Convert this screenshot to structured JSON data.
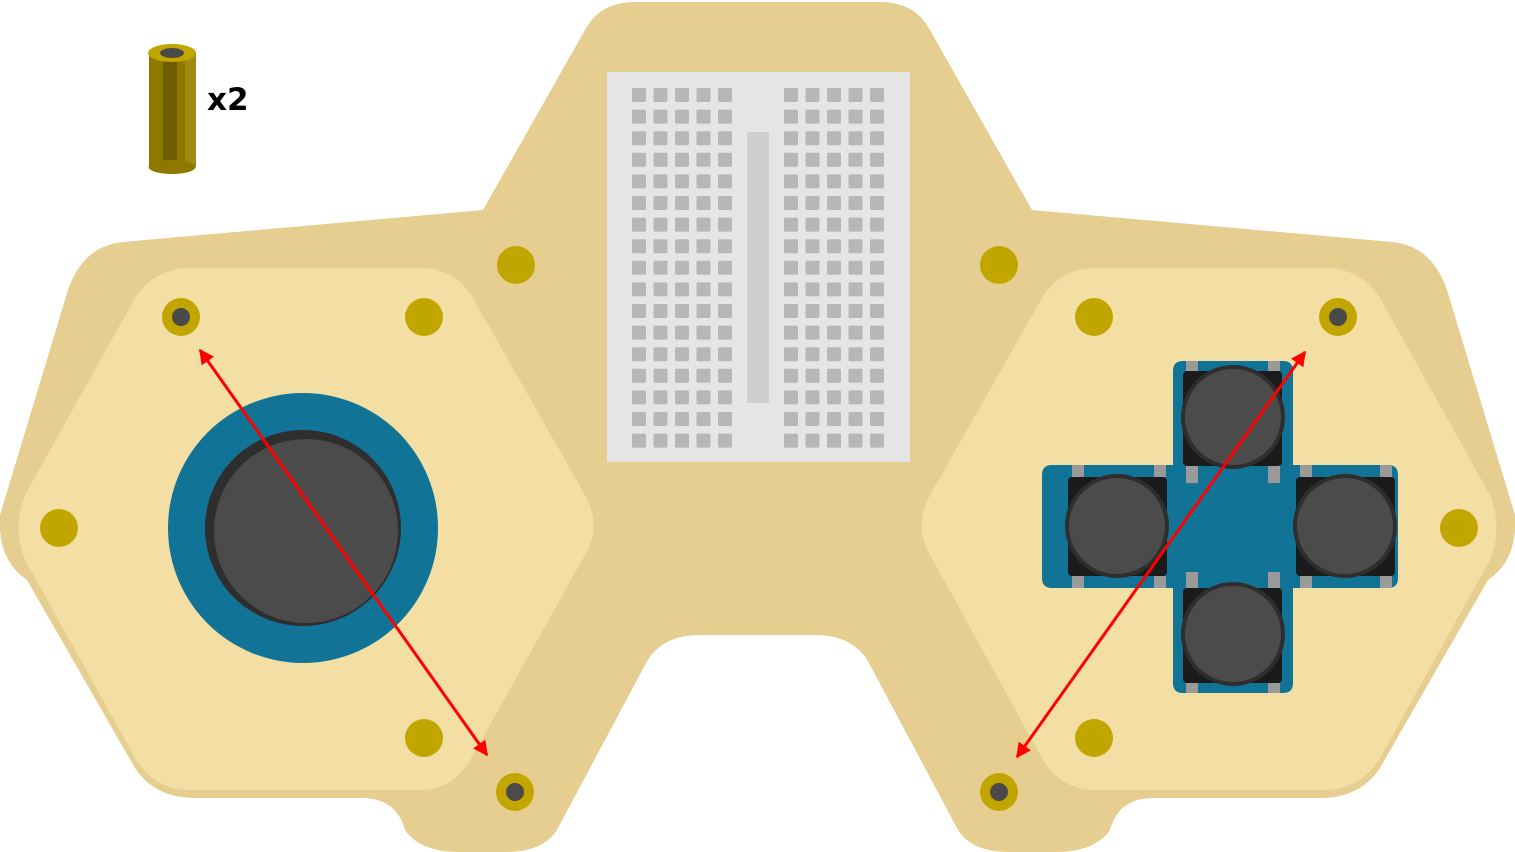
{
  "spacer": {
    "quantity_label": "x2",
    "icon": "brass-standoff-icon"
  },
  "colors": {
    "outer_board": "#e6cd90",
    "inner_plate": "#f3dea4",
    "mount_hole": "#c2a600",
    "screw_core": "#4a4a4a",
    "joystick_ring": "#117496",
    "knob": "#4b4b4b",
    "knob_rim": "#2e2e2e",
    "dpad_board": "#117496",
    "breadboard": "#e5e5e5",
    "breadboard_hole": "#b7b7b7",
    "arrow": "#ff0000"
  },
  "breadboard": {
    "rows": 17,
    "columns_per_side": 5
  },
  "icons": {
    "joystick": "analog-joystick-icon",
    "dpad": "four-button-dpad-icon",
    "breadboard": "mini-breadboard-icon",
    "arrow": "double-headed-arrow-icon"
  }
}
